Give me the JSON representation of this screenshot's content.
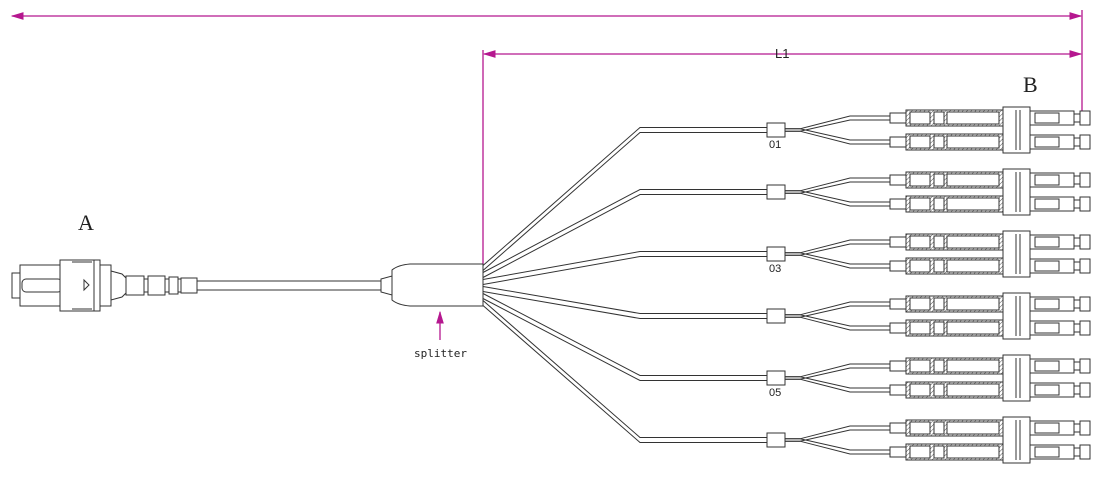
{
  "labels": {
    "end_a": "A",
    "end_b": "B",
    "dim_l1": "L1",
    "splitter": "splitter"
  },
  "legs": [
    {
      "label": "01"
    },
    {
      "label": ""
    },
    {
      "label": "03"
    },
    {
      "label": ""
    },
    {
      "label": "05"
    },
    {
      "label": ""
    }
  ],
  "colors": {
    "dimension": "#b5178f",
    "line": "#333333"
  }
}
